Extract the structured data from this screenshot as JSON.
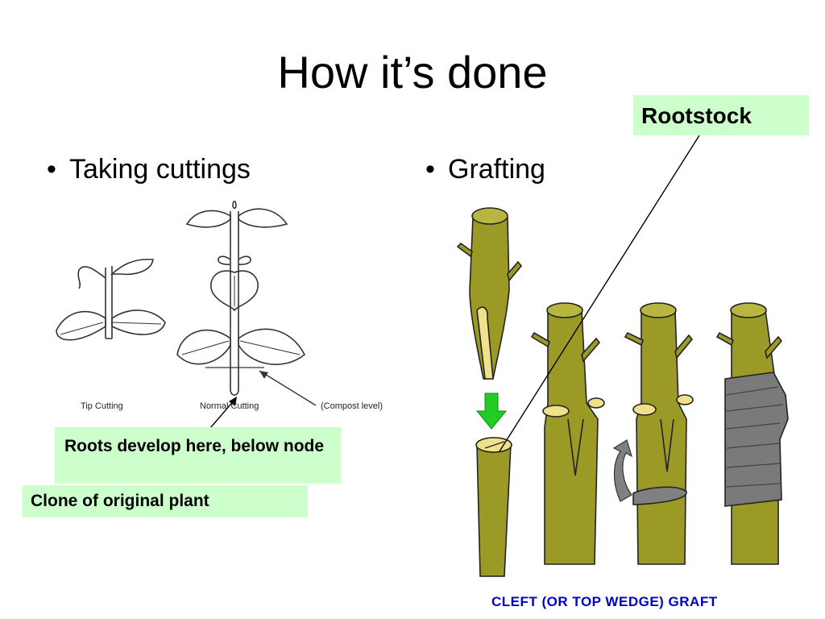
{
  "title": "How it’s done",
  "left_bullet": {
    "marker": "•",
    "text": "Taking cuttings"
  },
  "right_bullet": {
    "marker": "•",
    "text": "Grafting"
  },
  "cutting_figure": {
    "tip_label": "Tip Cutting",
    "normal_label": "Normal Cutting",
    "compost_label": "(Compost level)"
  },
  "callouts": {
    "rootstock": "Rootstock",
    "roots": "Roots develop here, below node",
    "clone": "Clone of original plant"
  },
  "graft_caption": "CLEFT (OR TOP WEDGE) GRAFT",
  "colors": {
    "callout_bg": "#ccffcc",
    "stem": "#9c9a27",
    "arrow": "#22cc22",
    "caption": "#0000cc",
    "tape": "#808080"
  }
}
